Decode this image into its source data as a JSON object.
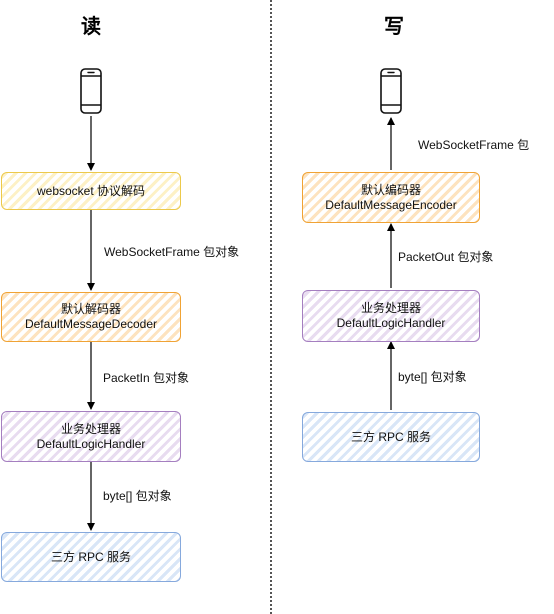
{
  "read": {
    "title": "读",
    "nodes": {
      "ws_decode": "websocket 协议解码",
      "decoder_l1": "默认解码器",
      "decoder_l2": "DefaultMessageDecoder",
      "logic_l1": "业务处理器",
      "logic_l2": "DefaultLogicHandler",
      "rpc": "三方 RPC 服务"
    },
    "edges": {
      "frame": "WebSocketFrame 包对象",
      "packet_in": "PacketIn 包对象",
      "bytes": "byte[] 包对象"
    }
  },
  "write": {
    "title": "写",
    "nodes": {
      "encoder_l1": "默认编码器",
      "encoder_l2": "DefaultMessageEncoder",
      "logic_l1": "业务处理器",
      "logic_l2": "DefaultLogicHandler",
      "rpc": "三方 RPC 服务"
    },
    "edges": {
      "frame": "WebSocketFrame 包",
      "packet_out": "PacketOut 包对象",
      "bytes": "byte[] 包对象"
    }
  },
  "icons": [
    "mobile-phone-icon",
    "mobile-phone-icon"
  ],
  "colors": {
    "yellow_border": "#ecc94b",
    "orange_border": "#f0a335",
    "purple_border": "#a57fc0",
    "blue_border": "#86a9dd"
  }
}
